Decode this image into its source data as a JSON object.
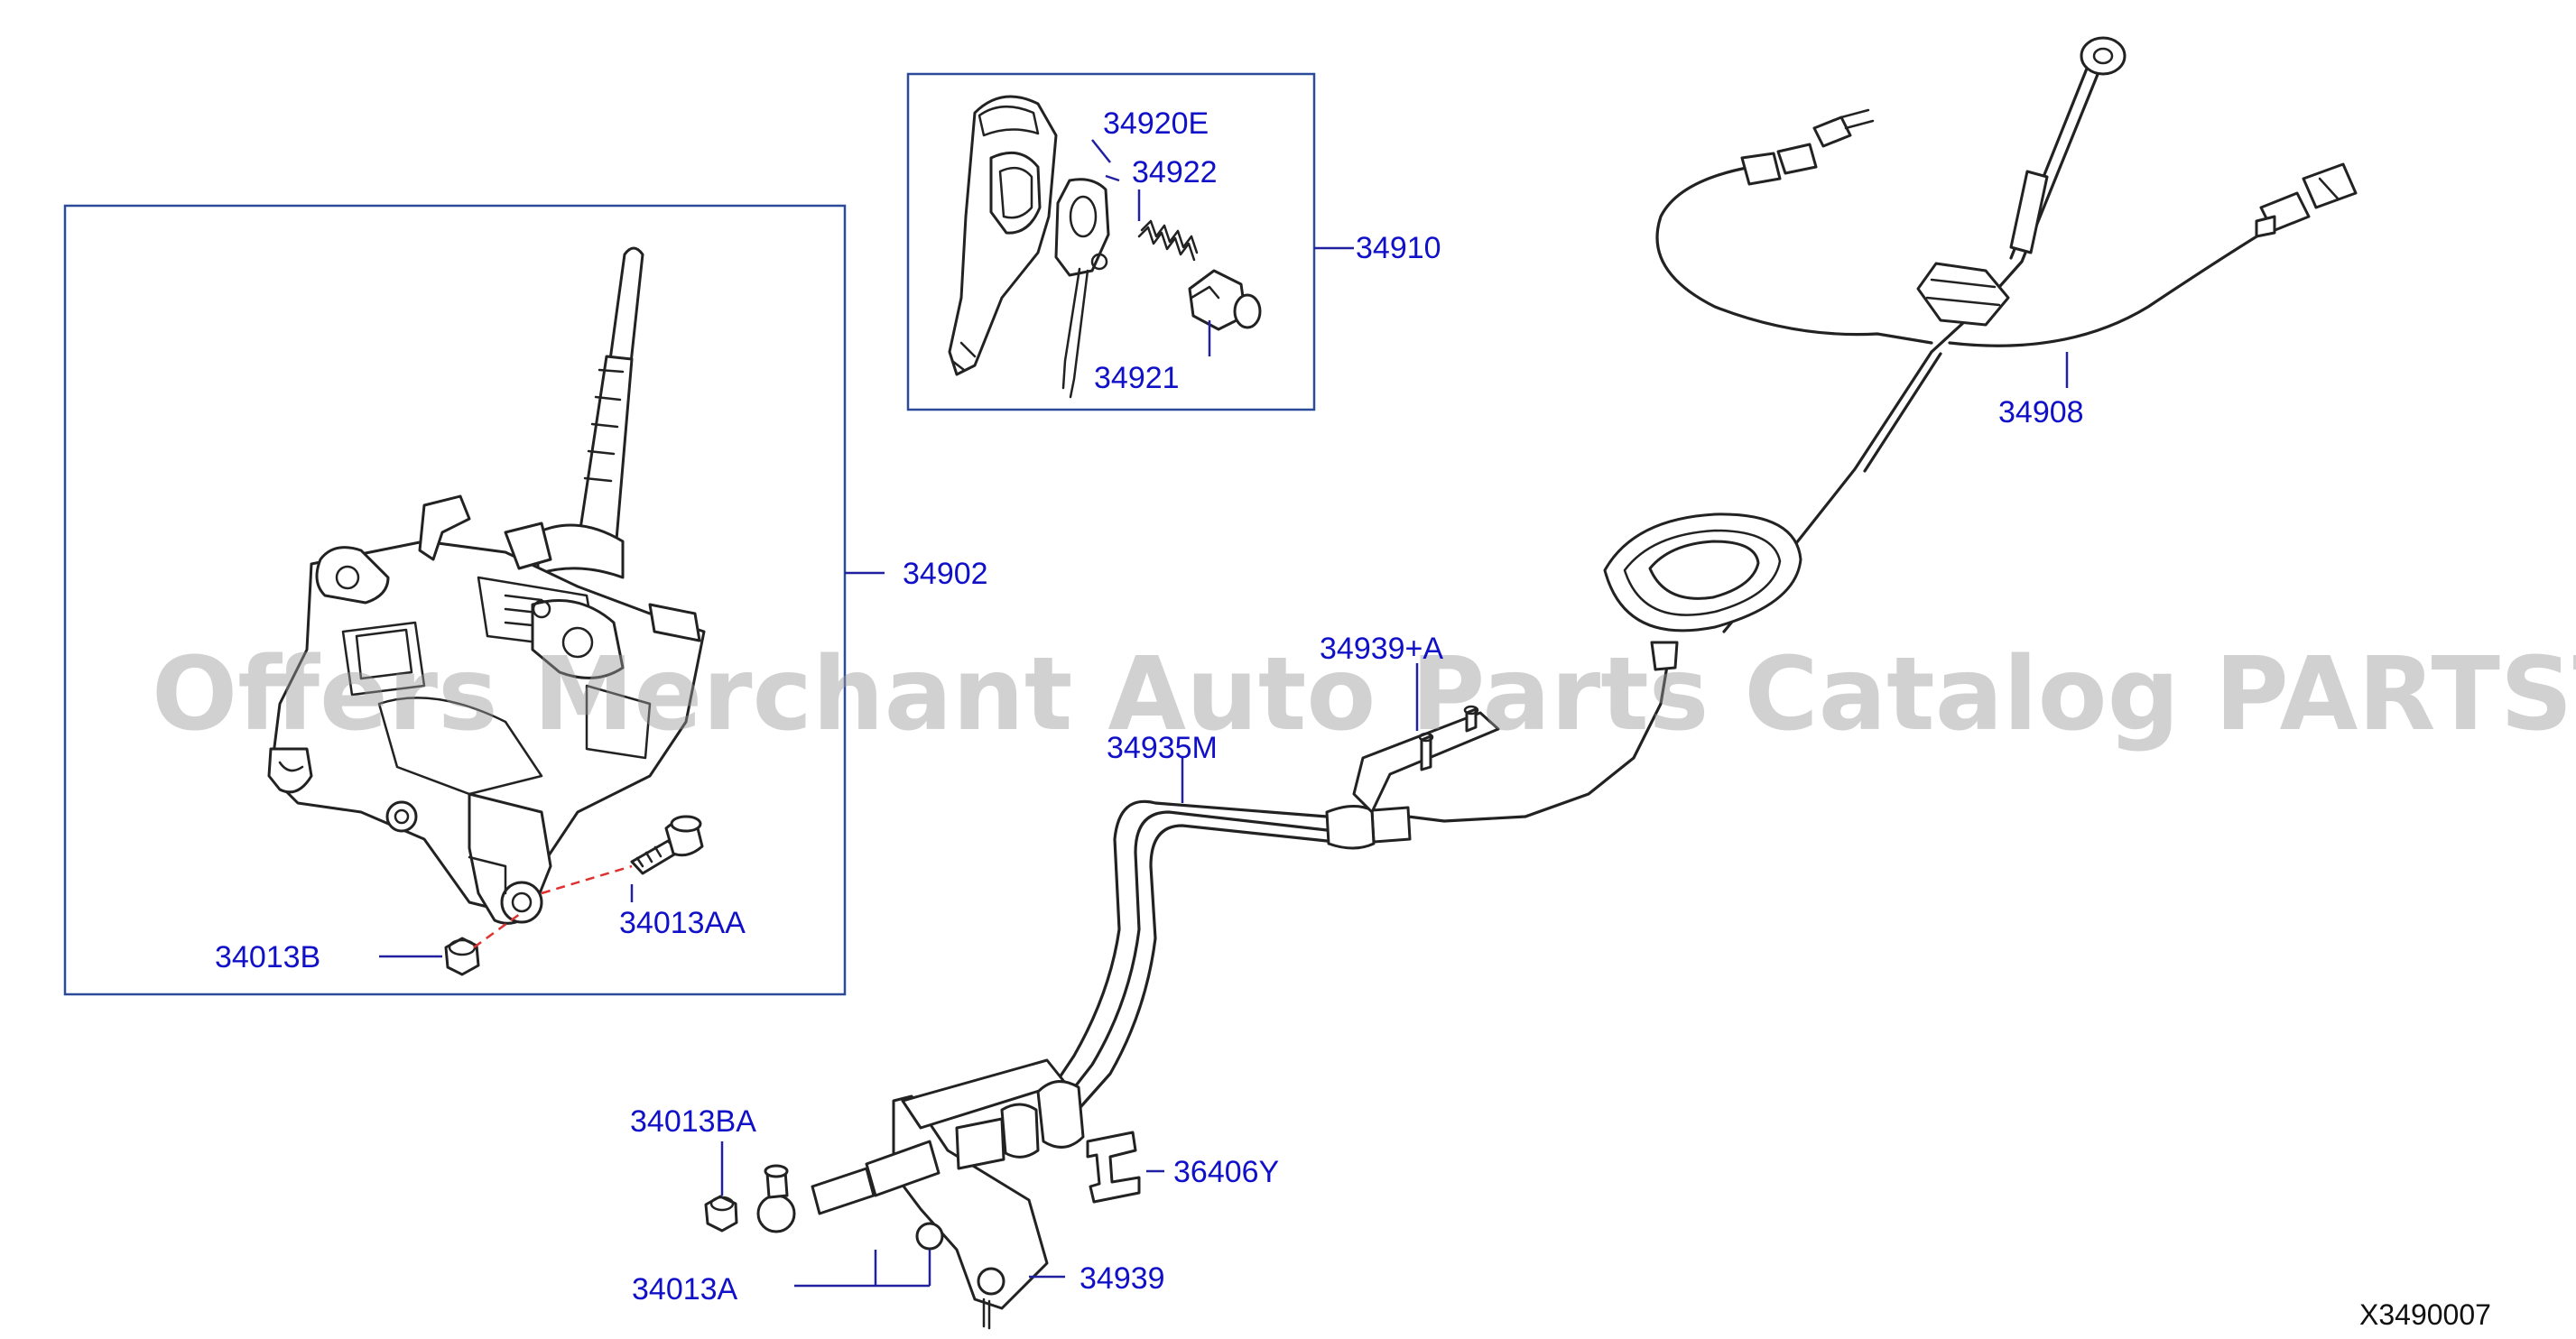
{
  "watermark": "Offers Merchant Auto Parts Catalog PARTSTORE.SA",
  "diagram_code": "X3490007",
  "labels": {
    "p34920E": "34920E",
    "p34922": "34922",
    "p34910": "34910",
    "p34921": "34921",
    "p34908": "34908",
    "p34902": "34902",
    "p34939A": "34939+A",
    "p34935M": "34935M",
    "p34013AA": "34013AA",
    "p34013B": "34013B",
    "p34013BA": "34013BA",
    "p36406Y": "36406Y",
    "p34939": "34939",
    "p34013A": "34013A"
  },
  "colors": {
    "label": "#1010c8",
    "frame": "#2b4a9a",
    "dash_line": "#e03030",
    "watermark": "#9a9a9a"
  }
}
